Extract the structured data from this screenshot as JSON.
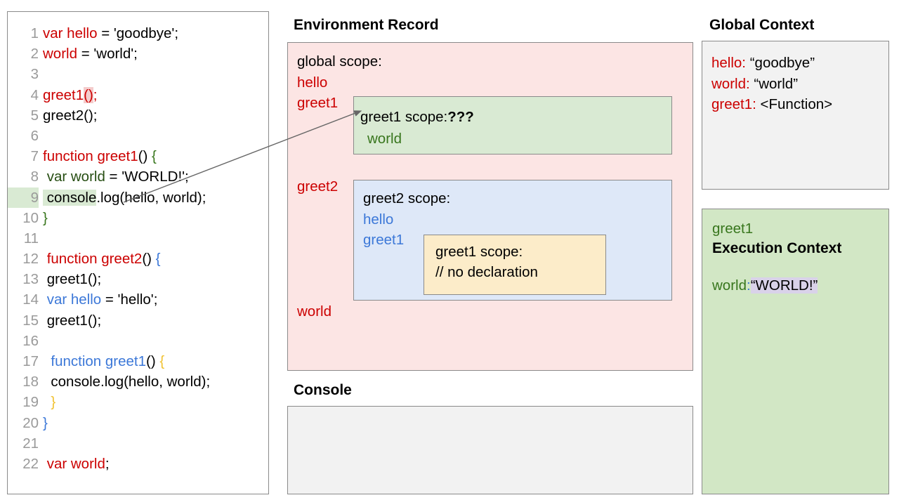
{
  "code_panel": {
    "lines": [
      {
        "n": "1",
        "tokens": [
          {
            "t": "var hello",
            "c": "red"
          },
          {
            "t": " = 'goodbye';",
            "c": "black"
          }
        ]
      },
      {
        "n": "2",
        "tokens": [
          {
            "t": "world",
            "c": "red"
          },
          {
            "t": " = 'world';",
            "c": "black"
          }
        ]
      },
      {
        "n": "3",
        "tokens": []
      },
      {
        "n": "4",
        "tokens": [
          {
            "t": "greet1",
            "c": "red"
          },
          {
            "t": "()",
            "c": "red",
            "hl": "pink"
          },
          {
            "t": ";",
            "c": "red"
          }
        ]
      },
      {
        "n": "5",
        "tokens": [
          {
            "t": "greet2();",
            "c": "black"
          }
        ]
      },
      {
        "n": "6",
        "tokens": []
      },
      {
        "n": "7",
        "tokens": [
          {
            "t": "function greet1",
            "c": "red"
          },
          {
            "t": "()",
            "c": "black"
          },
          {
            "t": " {",
            "c": "green"
          }
        ]
      },
      {
        "n": "8",
        "tokens": [
          {
            "t": " var world",
            "c": "dkgreen"
          },
          {
            "t": " = 'WORLD!';",
            "c": "black"
          }
        ]
      },
      {
        "n": "9",
        "nhl": "green",
        "tokens": [
          {
            "t": " console",
            "c": "black",
            "hl": "green2"
          },
          {
            "t": ".log(hello, world);",
            "c": "black"
          }
        ]
      },
      {
        "n": "10",
        "tokens": [
          {
            "t": "}",
            "c": "green"
          }
        ]
      },
      {
        "n": "11",
        "tokens": []
      },
      {
        "n": "12",
        "tokens": [
          {
            "t": " function greet2",
            "c": "red"
          },
          {
            "t": "()",
            "c": "black"
          },
          {
            "t": " {",
            "c": "blue"
          }
        ]
      },
      {
        "n": "13",
        "tokens": [
          {
            "t": " greet1();",
            "c": "black"
          }
        ]
      },
      {
        "n": "14",
        "tokens": [
          {
            "t": " var hello",
            "c": "blue"
          },
          {
            "t": " = 'hello';",
            "c": "black"
          }
        ]
      },
      {
        "n": "15",
        "tokens": [
          {
            "t": " greet1();",
            "c": "black"
          }
        ]
      },
      {
        "n": "16",
        "tokens": []
      },
      {
        "n": "17",
        "tokens": [
          {
            "t": "  function greet1",
            "c": "blue"
          },
          {
            "t": "()",
            "c": "black"
          },
          {
            "t": " {",
            "c": "orange"
          }
        ]
      },
      {
        "n": "18",
        "tokens": [
          {
            "t": "  console.log(hello, world);",
            "c": "black"
          }
        ]
      },
      {
        "n": "19",
        "tokens": [
          {
            "t": "  }",
            "c": "orange"
          }
        ]
      },
      {
        "n": "20",
        "tokens": [
          {
            "t": "}",
            "c": "blue"
          }
        ]
      },
      {
        "n": "21",
        "tokens": []
      },
      {
        "n": "22",
        "tokens": [
          {
            "t": " var world",
            "c": "red"
          },
          {
            "t": ";",
            "c": "black"
          }
        ]
      }
    ]
  },
  "environment_record": {
    "title": "Environment Record",
    "global_scope_header": "global scope:",
    "global_bindings": {
      "hello": "hello",
      "greet1": "greet1",
      "greet2": "greet2",
      "world": "world"
    },
    "greet1_scope": {
      "header": "greet1 scope:",
      "unknown_marker": "???",
      "bindings": [
        "world"
      ]
    },
    "greet2_scope": {
      "header": "greet2 scope:",
      "bindings": [
        "hello",
        "greet1"
      ],
      "inner_greet1_scope": {
        "header": "greet1 scope:",
        "note": "// no declaration"
      }
    }
  },
  "console": {
    "title": "Console",
    "output": ""
  },
  "global_context": {
    "title": "Global Context",
    "entries": [
      {
        "key": "hello",
        "sep": ": ",
        "value": "“goodbye”"
      },
      {
        "key": "world",
        "sep": ": ",
        "value": "“world”"
      },
      {
        "key": "greet1",
        "sep": ": ",
        "value": "<Function>"
      }
    ]
  },
  "execution_context": {
    "function_name": "greet1",
    "heading": "Execution Context",
    "var_key": "world",
    "var_sep": ":",
    "var_value": "“WORLD!”"
  },
  "colors": {
    "red": "#cc0000",
    "blue": "#3c78d8",
    "green": "#38761d",
    "dark_green": "#274e13",
    "orange": "#f1c232",
    "env_record_bg": "#fce5e4",
    "greet1_scope_bg": "#d9ead3",
    "greet2_scope_bg": "#dee8f8",
    "inner_scope_bg": "#fcecc9",
    "global_context_bg": "#f2f2f2",
    "exec_context_bg": "#d2e7c5",
    "highlight_pink": "#f4cccc",
    "highlight_green": "#d9ead3",
    "highlight_purple": "#d9d2e9",
    "border": "#8a8a8a"
  }
}
